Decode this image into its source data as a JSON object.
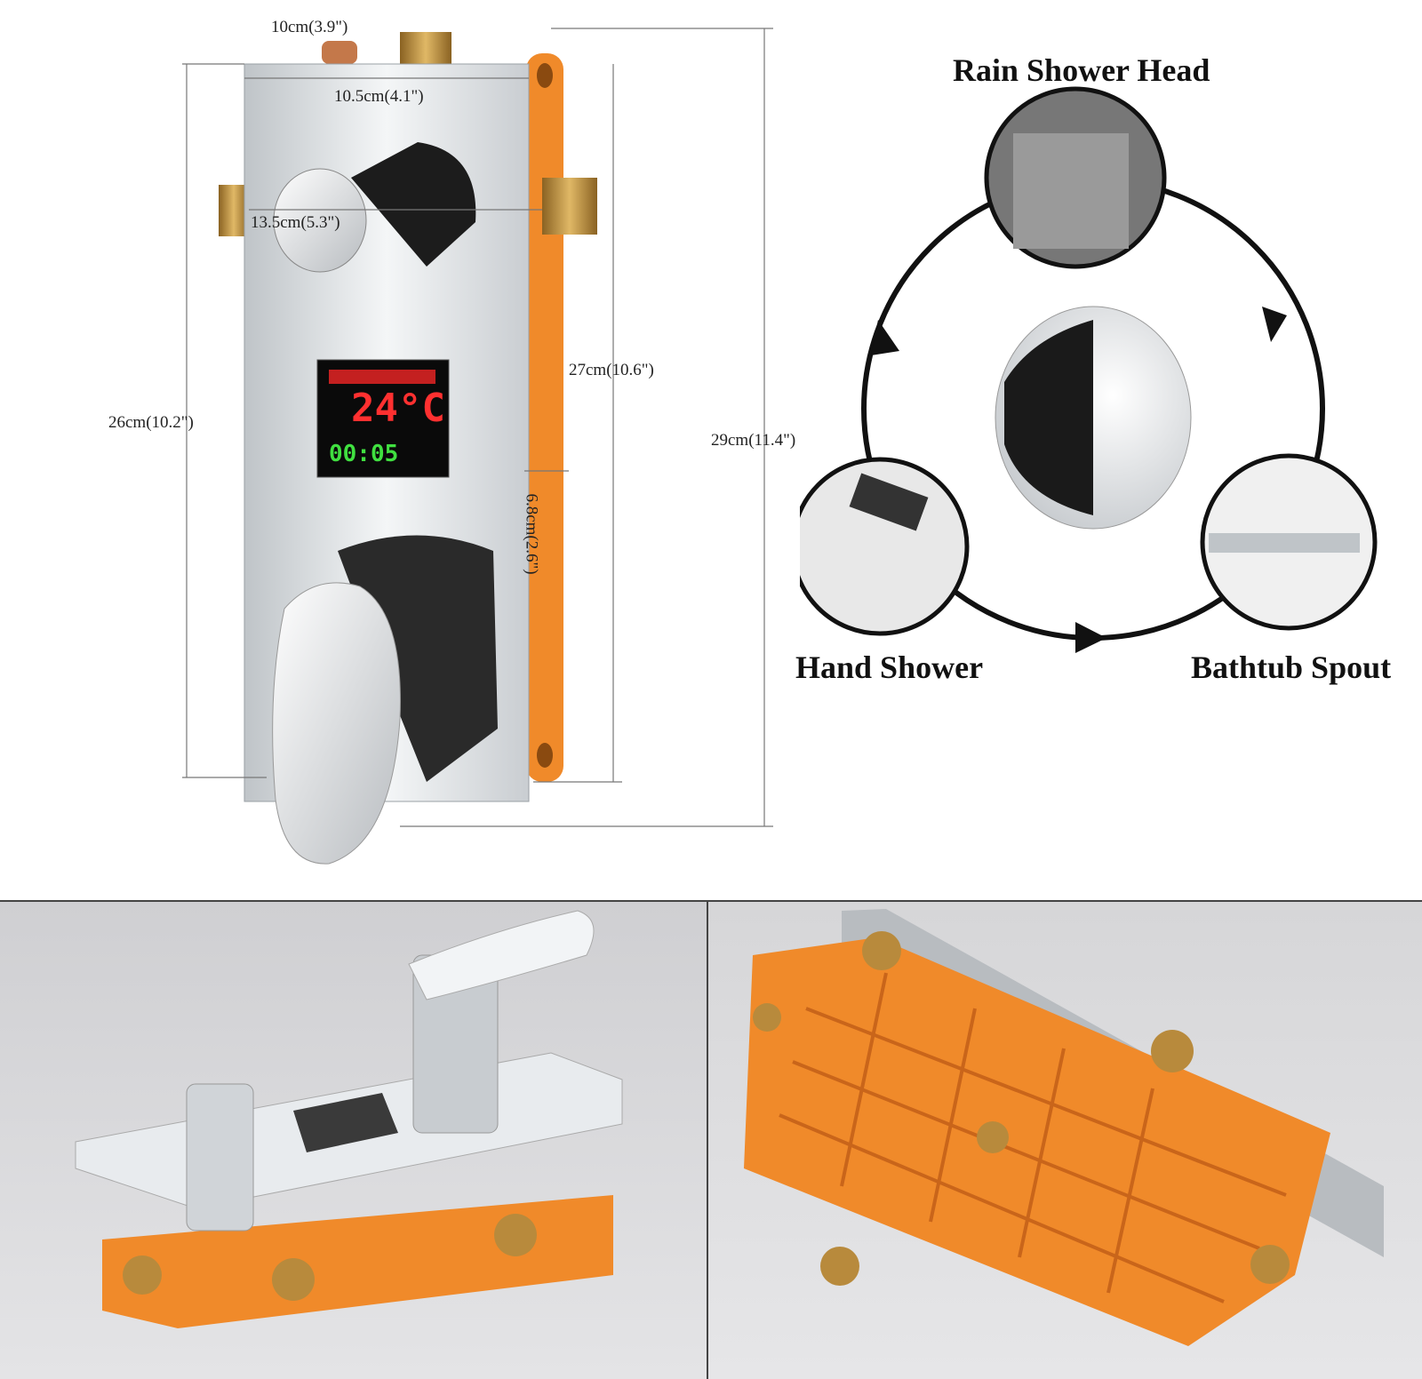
{
  "dimensions": {
    "top_pipe": "10cm(3.9\")",
    "plate_width": "10.5cm(4.1\")",
    "side_pipes": "13.5cm(5.3\")",
    "plate_height": "26cm(10.2\")",
    "box_height": "27cm(10.6\")",
    "total_height": "29cm(11.4\")",
    "depth": "6.8cm(2.6\")"
  },
  "display": {
    "temperature": "24°C",
    "timer": "00:05"
  },
  "diverter": {
    "rain": "Rain Shower Head",
    "hand": "Hand Shower",
    "spout": "Bathtub Spout"
  },
  "colors": {
    "orange": "#f08a2a",
    "chrome": "#d9dde0",
    "brass": "#b88a3c",
    "bg_photo": "#d6d6d8"
  }
}
